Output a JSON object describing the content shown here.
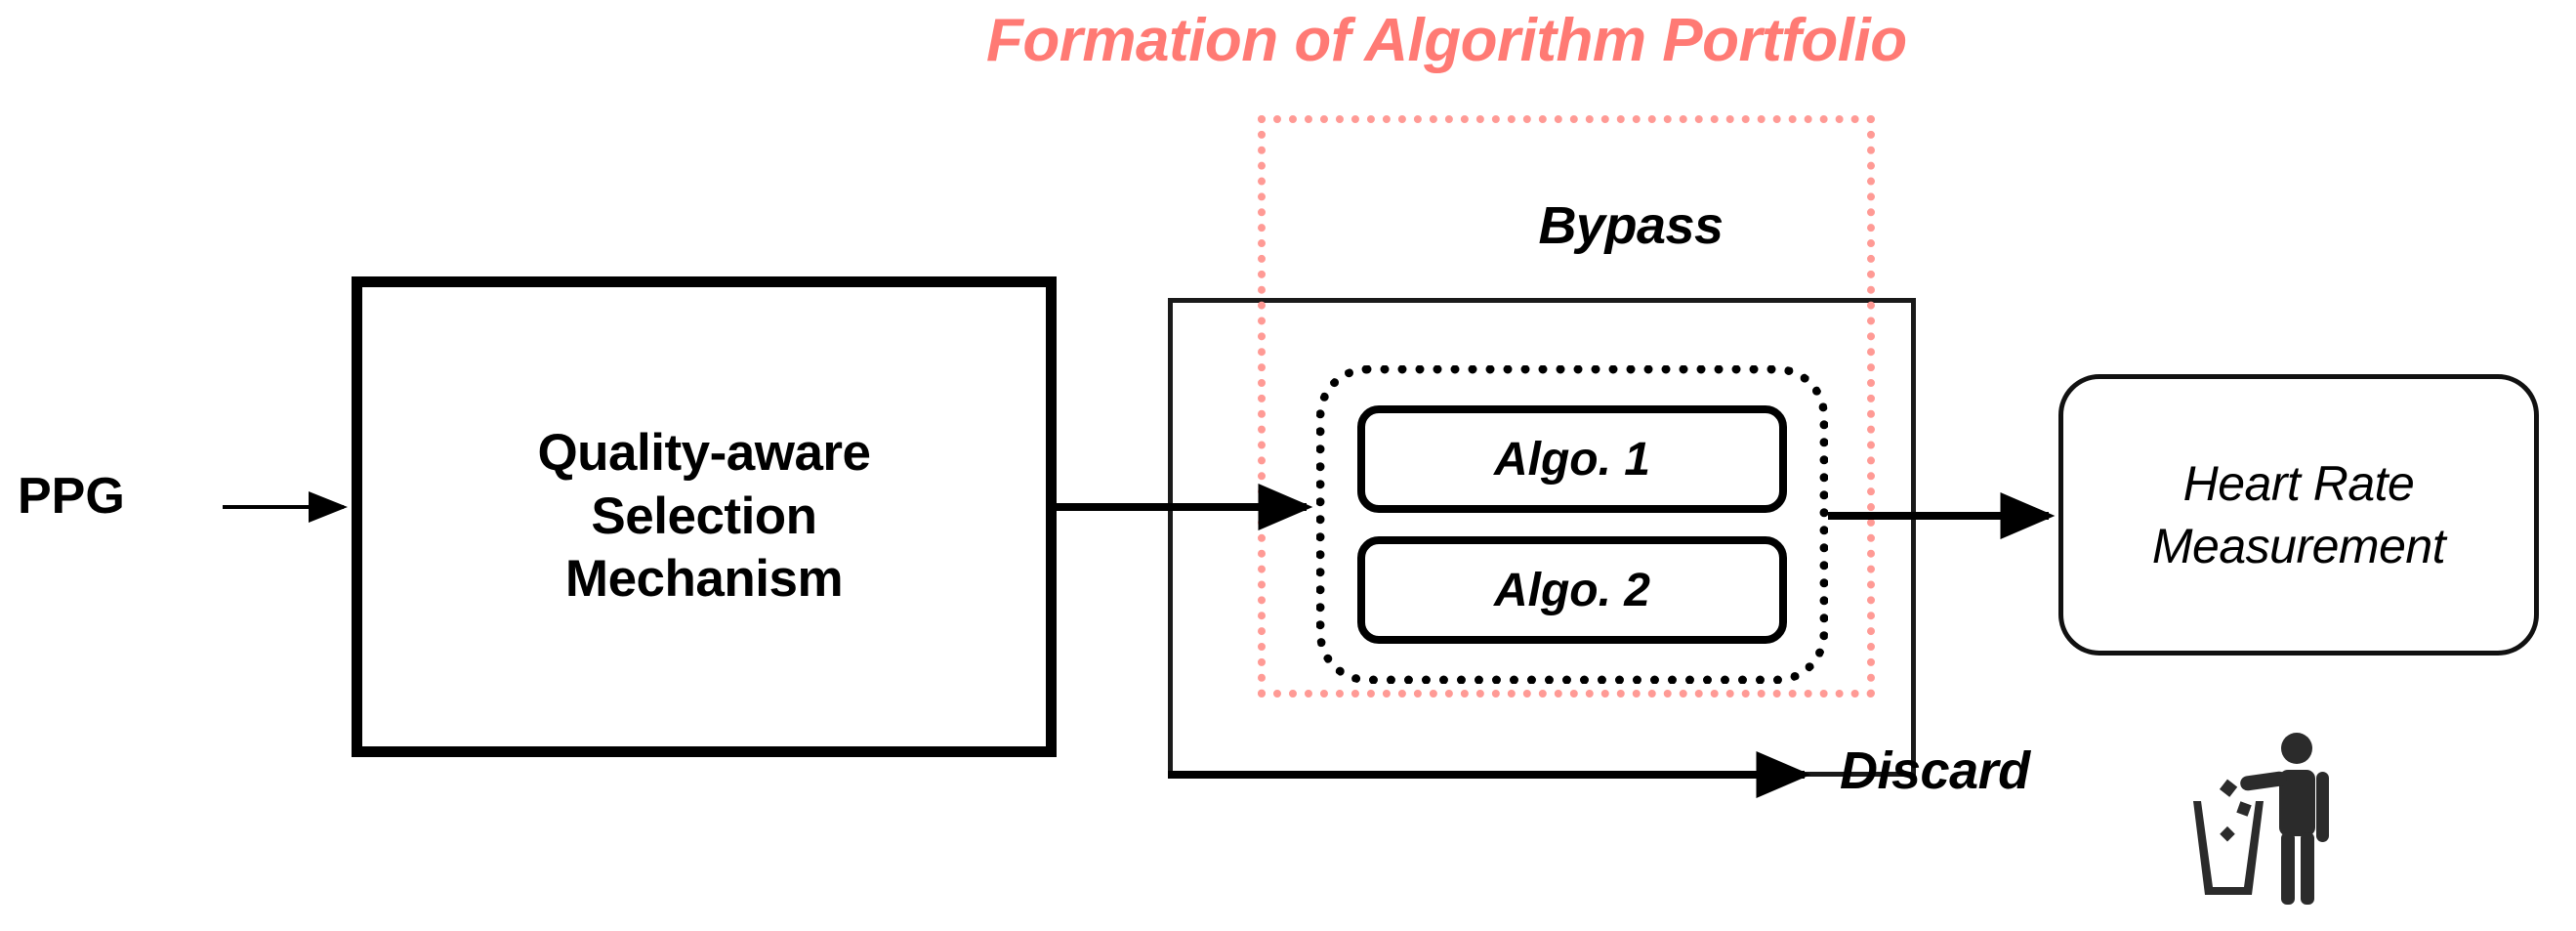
{
  "diagram": {
    "title": "Formation of Algorithm Portfolio",
    "title_color": "#ff7a74",
    "background": "#ffffff",
    "input": {
      "label": "PPG"
    },
    "selection_block": {
      "label": "Quality-aware\nSelection\nMechanism",
      "border_color": "#000000"
    },
    "bypass": {
      "label": "Bypass"
    },
    "portfolio": {
      "region_border_color": "#ff9a95",
      "container_border_color": "#000000",
      "algorithms": [
        {
          "label": "Algo. 1"
        },
        {
          "label": "Algo. 2"
        }
      ]
    },
    "output_block": {
      "label": "Heart Rate\nMeasurement"
    },
    "discard": {
      "label": "Discard",
      "icon": "person-throwing-trash-icon"
    },
    "connectors": [
      {
        "name": "ppg-to-selection",
        "from": "PPG",
        "to": "Quality-aware Selection Mechanism"
      },
      {
        "name": "selection-to-portfolio",
        "from": "Quality-aware Selection Mechanism",
        "to": "Algorithm Portfolio"
      },
      {
        "name": "portfolio-to-heart-rate",
        "from": "Algorithm Portfolio",
        "to": "Heart Rate Measurement"
      },
      {
        "name": "bypass-to-discard",
        "from": "Bypass",
        "to": "Discard"
      }
    ]
  }
}
